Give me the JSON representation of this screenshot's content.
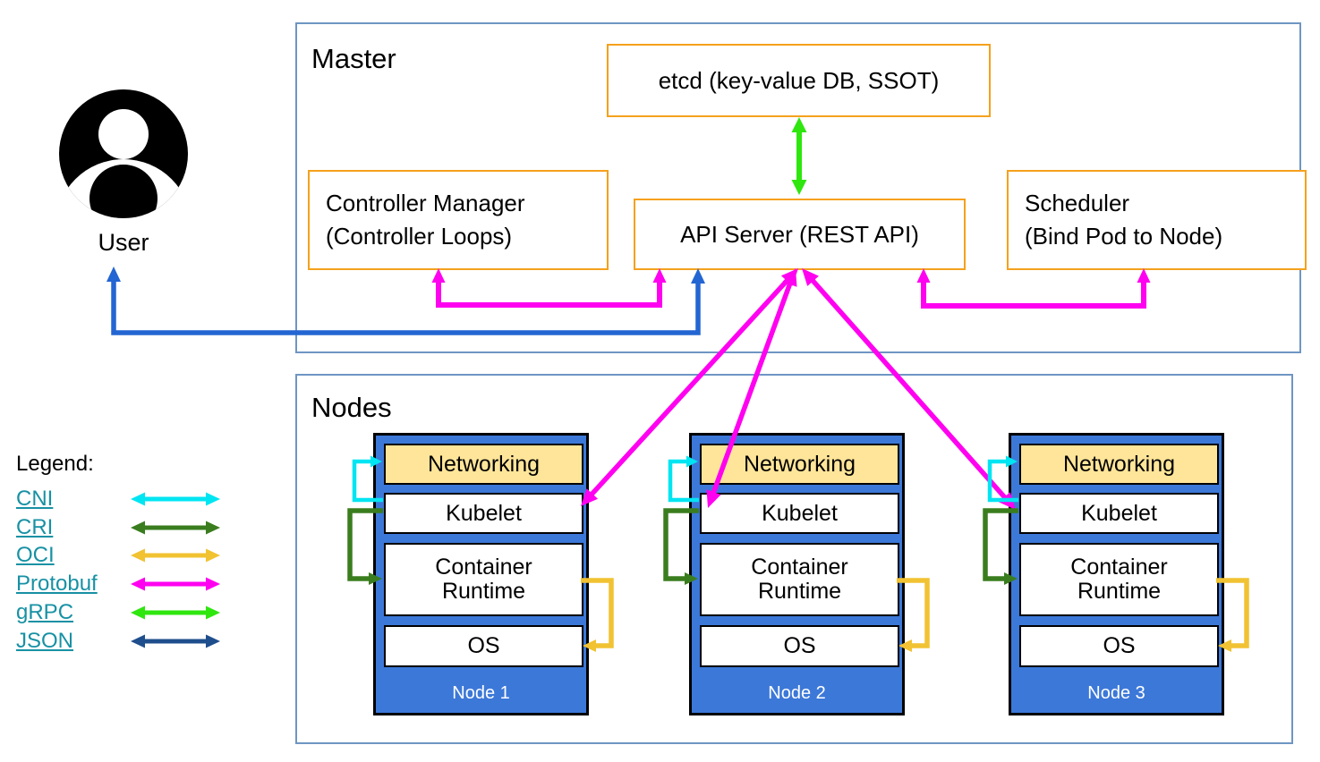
{
  "user": {
    "label": "User"
  },
  "master": {
    "title": "Master",
    "etcd_label": "etcd (key-value DB, SSOT)",
    "controller_manager": {
      "line1": "Controller Manager",
      "line2": "(Controller Loops)"
    },
    "api_server_label": "API Server (REST API)",
    "scheduler": {
      "line1": "Scheduler",
      "line2": "(Bind Pod to Node)"
    }
  },
  "nodes_section": {
    "title": "Nodes",
    "nodes": [
      {
        "name": "Node 1",
        "layers": [
          "Networking",
          "Kubelet",
          "Container Runtime",
          "OS"
        ]
      },
      {
        "name": "Node 2",
        "layers": [
          "Networking",
          "Kubelet",
          "Container Runtime",
          "OS"
        ]
      },
      {
        "name": "Node 3",
        "layers": [
          "Networking",
          "Kubelet",
          "Container Runtime",
          "OS"
        ]
      }
    ]
  },
  "legend": {
    "title": "Legend:",
    "items": [
      {
        "label": "CNI",
        "color": "#00E5F2"
      },
      {
        "label": "CRI",
        "color": "#3A7D1E"
      },
      {
        "label": "OCI",
        "color": "#F1C232"
      },
      {
        "label": "Protobuf",
        "color": "#FF00F0"
      },
      {
        "label": "gRPC",
        "color": "#2FE60F"
      },
      {
        "label": "JSON",
        "color": "#1F4E8C"
      }
    ]
  },
  "colors": {
    "frame_border": "#6E96C3",
    "component_border": "#F5A11C",
    "node_fill": "#3C78D8",
    "networking_fill": "#FFE599",
    "node_label_text": "#FFFFFF",
    "legend_link_text": "#1791A4",
    "cni_cyan": "#00E5F2",
    "cri_green": "#3A7D1E",
    "oci_yellow": "#F1C232",
    "protobuf_magenta": "#FF00F0",
    "grpc_green": "#2FE60F",
    "json_navy": "#1F4E8C",
    "user_arrow_blue": "#2365D2"
  }
}
